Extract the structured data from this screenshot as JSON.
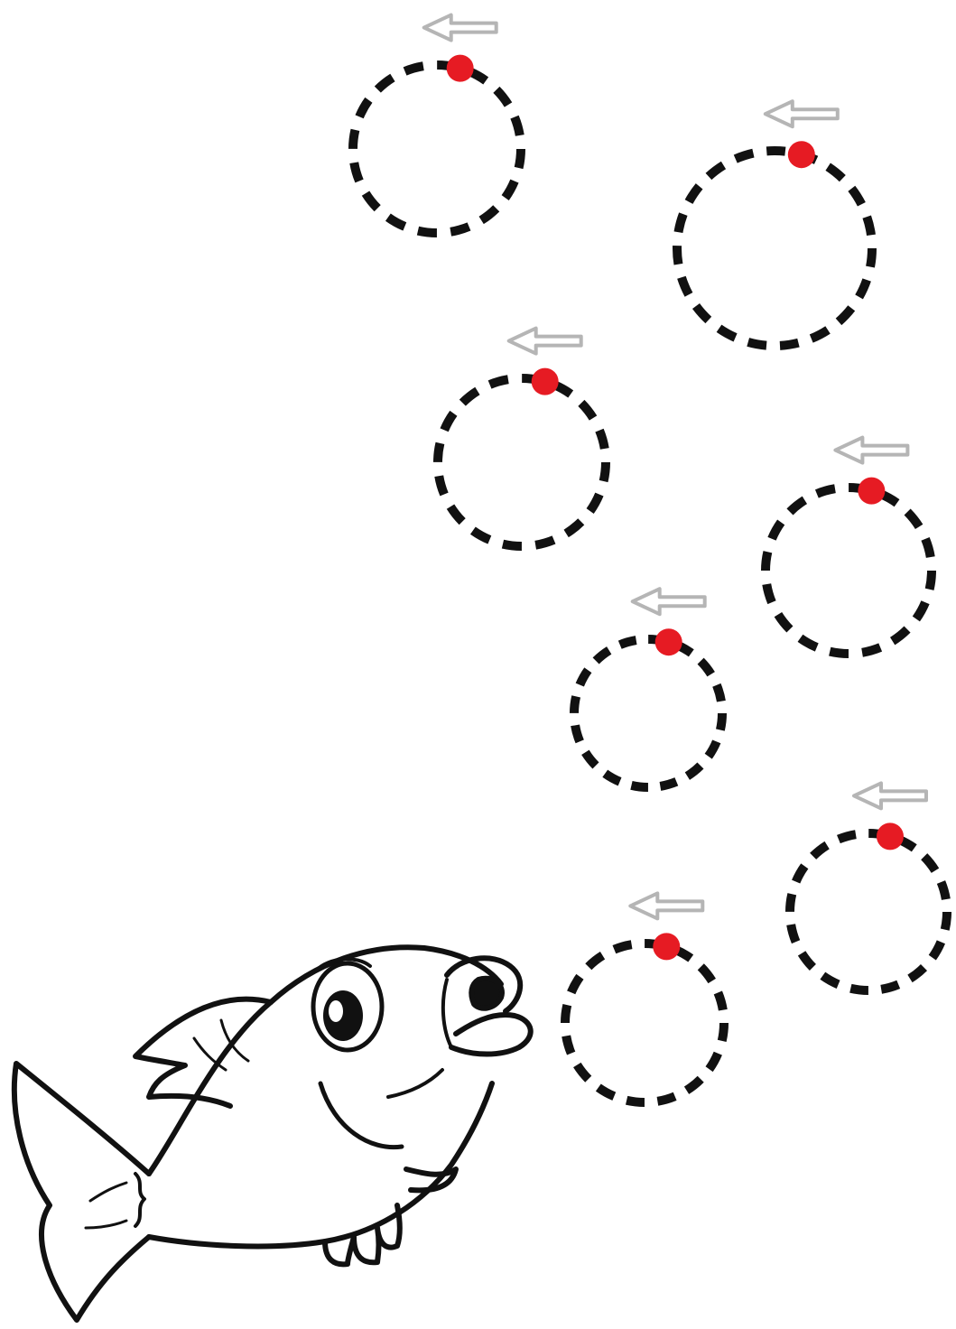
{
  "worksheet": {
    "bubble_count": 7,
    "trace_direction": "counterclockwise",
    "start_marker": "red-dot",
    "direction_marker": "hollow-left-arrow-icon"
  },
  "colors": {
    "background": "#ffffff",
    "dash_stroke": "#111111",
    "start_dot": "#e61b23",
    "arrow_outline": "#b5b5b5",
    "fish_outline": "#111111"
  },
  "fish": {
    "description_icon": "cartoon-fish-icon",
    "facing": "right"
  }
}
